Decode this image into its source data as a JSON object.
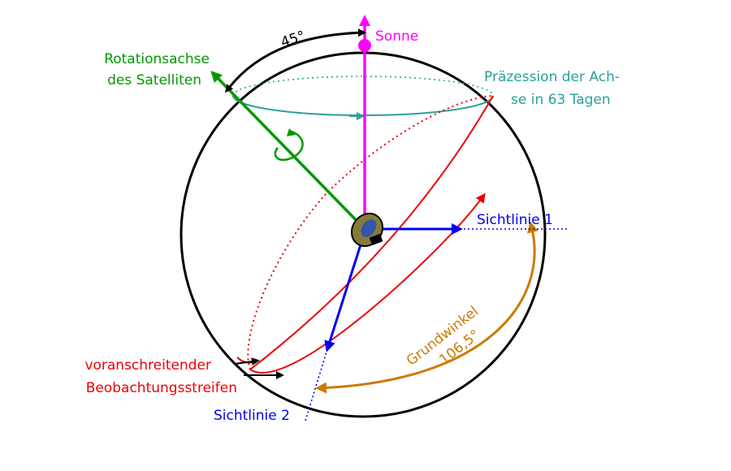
{
  "labels": {
    "angle_top": "45°",
    "sun": "Sonne",
    "rotation_axis_line1": "Rotationsachse",
    "rotation_axis_line2": "des Satelliten",
    "precession_line1": "Präzession der Ach-",
    "precession_line2": "se in 63 Tagen",
    "line_of_sight_1": "Sichtlinie 1",
    "line_of_sight_2": "Sichtlinie 2",
    "base_angle_line1": "Grundwinkel",
    "base_angle_line2": "106,5°",
    "strip_line1": "voranschreitender",
    "strip_line2": "Beobachtungsstreifen"
  },
  "colors": {
    "sphere": "#000000",
    "sun": "#ff00ff",
    "rotation_axis": "#009900",
    "precession": "#2aa198",
    "line_of_sight": "#0000ee",
    "base_angle": "#cc7a00",
    "strip": "#ee0000"
  }
}
